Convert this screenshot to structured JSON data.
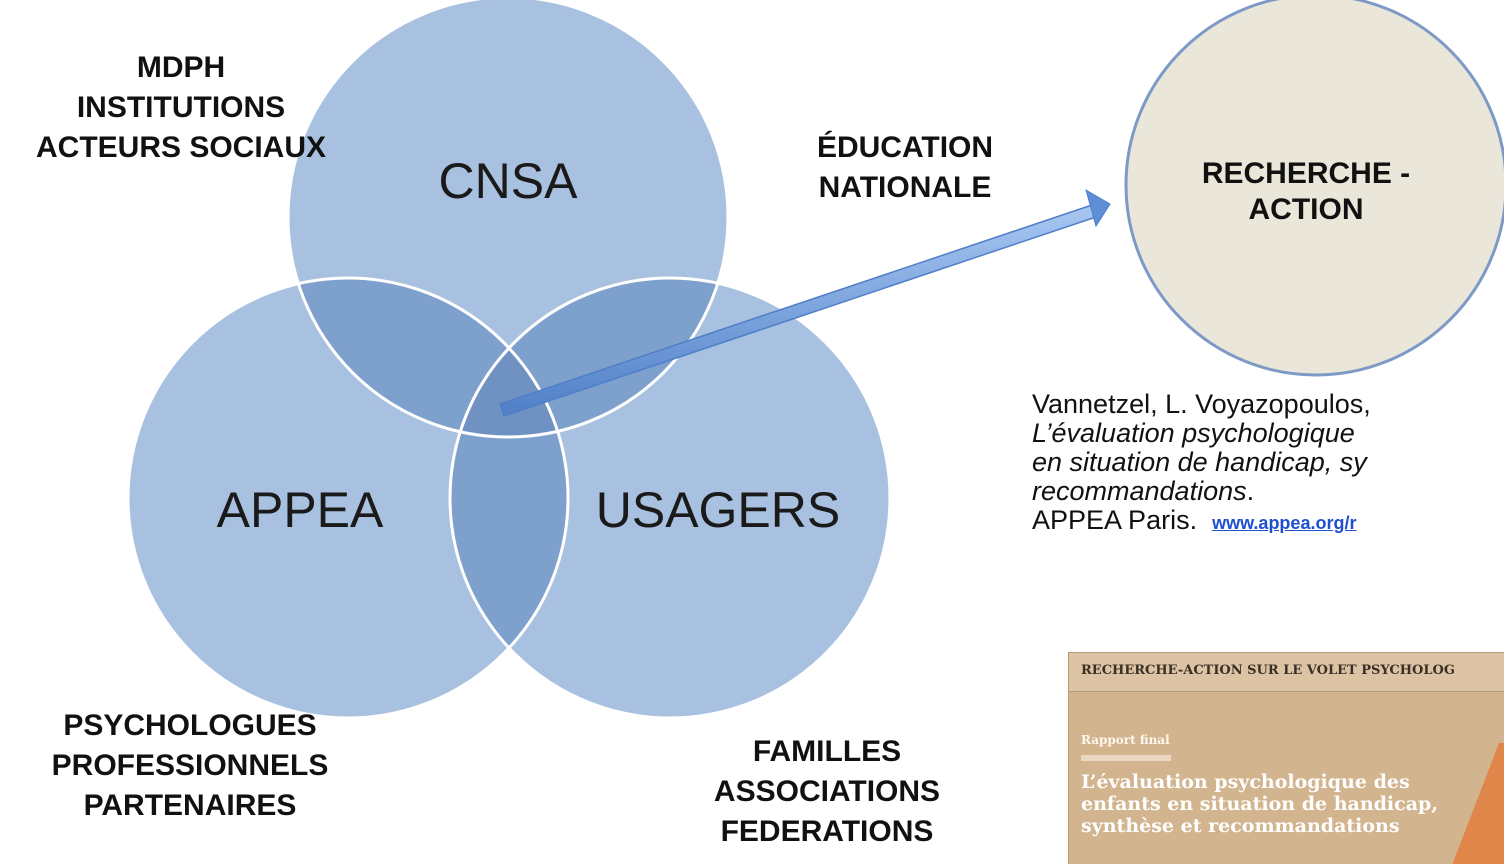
{
  "diagram": {
    "circles": {
      "cnsa": "CNSA",
      "appea": "APPEA",
      "usagers": "USAGERS"
    },
    "groups": {
      "top_left": [
        "MDPH",
        "INSTITUTIONS",
        "ACTEURS SOCIAUX"
      ],
      "top_right": [
        "ÉDUCATION",
        "NATIONALE"
      ],
      "bottom_left": [
        "PSYCHOLOGUES",
        "PROFESSIONNELS",
        "PARTENAIRES"
      ],
      "bottom_right": [
        "FAMILLES",
        "ASSOCIATIONS",
        "FEDERATIONS"
      ]
    },
    "target": [
      "RECHERCHE -",
      "ACTION"
    ]
  },
  "citation": {
    "line1": "Vannetzel, L. Voyazopoulos,",
    "line2": "L’évaluation psychologique",
    "line3": "en situation de handicap, sy",
    "line4": "recommandations",
    "line4_tail": ".",
    "line5": "APPEA Paris.",
    "link": "www.appea.org/r"
  },
  "report_cover": {
    "header": "RECHERCHE-ACTION SUR LE VOLET PSYCHOLOG",
    "subtitle": "Rapport final",
    "title_lines": [
      "L’évaluation psychologique des",
      "enfants en situation de handicap,",
      "synthèse et recommandations"
    ]
  },
  "colors": {
    "circle_fill": "#a9c1e0",
    "overlap_fill": "#7ea0cc",
    "center_fill": "#6f92c2",
    "circle_stroke": "#ffffff",
    "target_fill": "#eae6da",
    "target_stroke": "#7d9ac7",
    "arrow": "#5d8ed6"
  }
}
